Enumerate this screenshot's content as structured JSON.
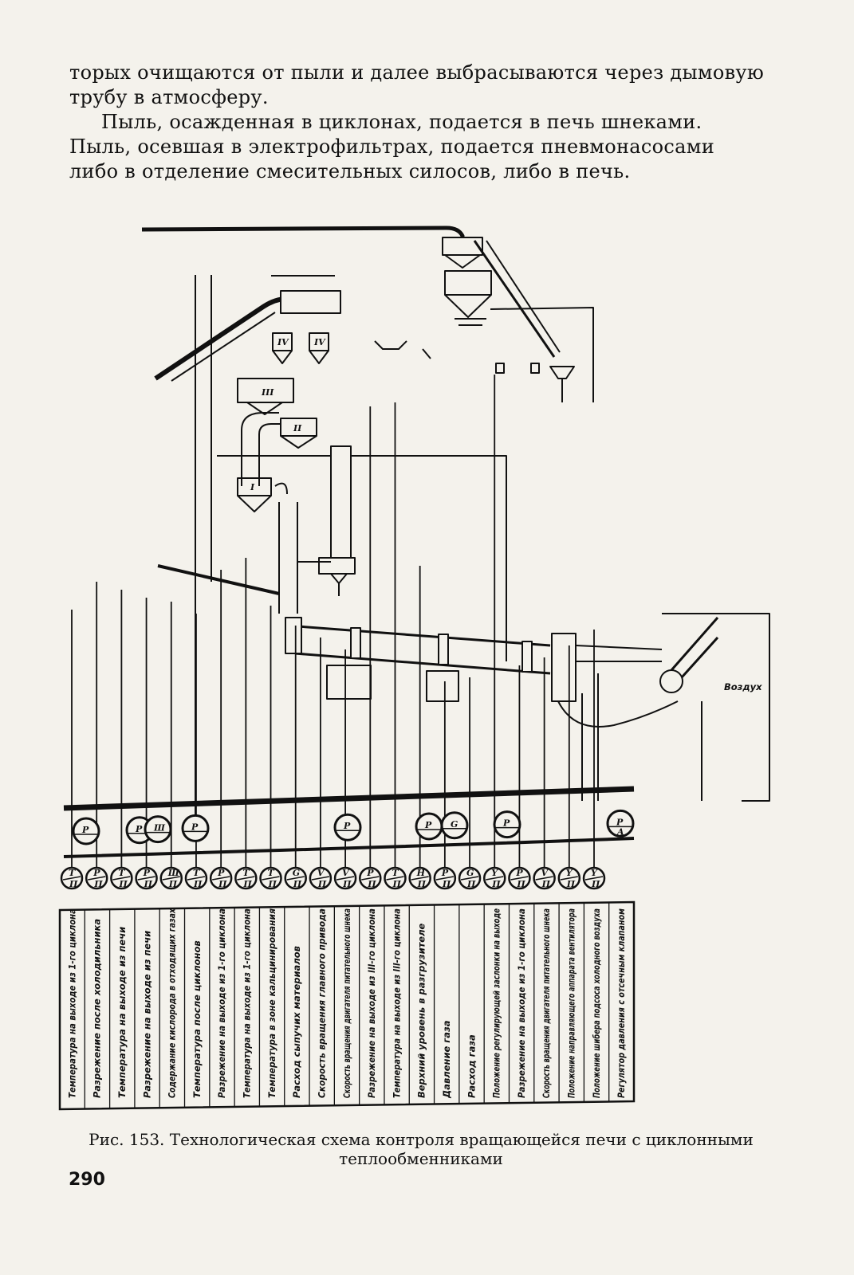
{
  "text": {
    "para1": "торых очищаются от пыли и далее выбрасываются через дымовую трубу в атмосферу.",
    "para2": "Пыль, осажденная в циклонах, подается в печь шнеками. Пыль, осевшая в электрофильтрах, подается пневмонасосами либо в отделение смесительных силосов, либо в печь."
  },
  "figure": {
    "caption_prefix": "Рис. 153.",
    "caption": "Технологическая схема контроля вращающейся печи с циклонными теплообменниками",
    "air_label": "Воздух",
    "cyclone_labels": [
      "IV",
      "IV",
      "III",
      "II",
      "I"
    ],
    "recorders": [
      {
        "top": "P",
        "bottom": ""
      },
      {
        "top": "P",
        "bottom": ""
      },
      {
        "top": "Ш",
        "bottom": ""
      },
      {
        "top": "P",
        "bottom": ""
      },
      {
        "top": "P",
        "bottom": ""
      },
      {
        "top": "P",
        "bottom": ""
      },
      {
        "top": "G",
        "bottom": ""
      },
      {
        "top": "P",
        "bottom": ""
      },
      {
        "top": "P",
        "bottom": "A"
      }
    ],
    "instruments": [
      {
        "top": "T",
        "bottom": "П"
      },
      {
        "top": "P",
        "bottom": "П"
      },
      {
        "top": "T",
        "bottom": "П"
      },
      {
        "top": "P",
        "bottom": "П"
      },
      {
        "top": "Ш",
        "bottom": "П"
      },
      {
        "top": "T",
        "bottom": "П"
      },
      {
        "top": "P",
        "bottom": "П"
      },
      {
        "top": "T",
        "bottom": "П"
      },
      {
        "top": "T",
        "bottom": "П"
      },
      {
        "top": "G",
        "bottom": "П"
      },
      {
        "top": "V",
        "bottom": "П"
      },
      {
        "top": "V",
        "bottom": "П"
      },
      {
        "top": "P",
        "bottom": "П"
      },
      {
        "top": "T",
        "bottom": "П"
      },
      {
        "top": "H",
        "bottom": "П"
      },
      {
        "top": "P",
        "bottom": "П"
      },
      {
        "top": "G",
        "bottom": "П"
      },
      {
        "top": "Y",
        "bottom": "П"
      },
      {
        "top": "P",
        "bottom": "П"
      },
      {
        "top": "V",
        "bottom": "П"
      },
      {
        "top": "Y",
        "bottom": "П"
      },
      {
        "top": "Y",
        "bottom": "П"
      }
    ],
    "table_labels": [
      "Температура на выходе из 1-го циклона",
      "Разрежение после холодильника",
      "Температура на выходе из печи",
      "Разрежение на выходе из печи",
      "Содержание кислорода в отходящих газах",
      "Температура после циклонов",
      "Разрежение на выходе из 1-го циклона",
      "Температура на выходе из 1-го циклона",
      "Температура в зоне кальцинирования",
      "Расход сыпучих материалов",
      "Скорость вращения главного привода",
      "Скорость вращения двигателя питательного шнека",
      "Разрежение на выходе из III-го циклона",
      "Температура на выходе из III-го циклона",
      "Верхний уровень в разгрузителе",
      "Давление газа",
      "Расход газа",
      "Положение регулирующей заслонки на выходе",
      "Разрежение на выходе из 1-го циклона",
      "Скорость вращения двигателя питательного шнека",
      "Положение направляющего аппарата вентилятора",
      "Положение шибера подсоса холодного воздуха",
      "Регулятор давления с отсечным клапаном"
    ]
  },
  "page_number": "290"
}
